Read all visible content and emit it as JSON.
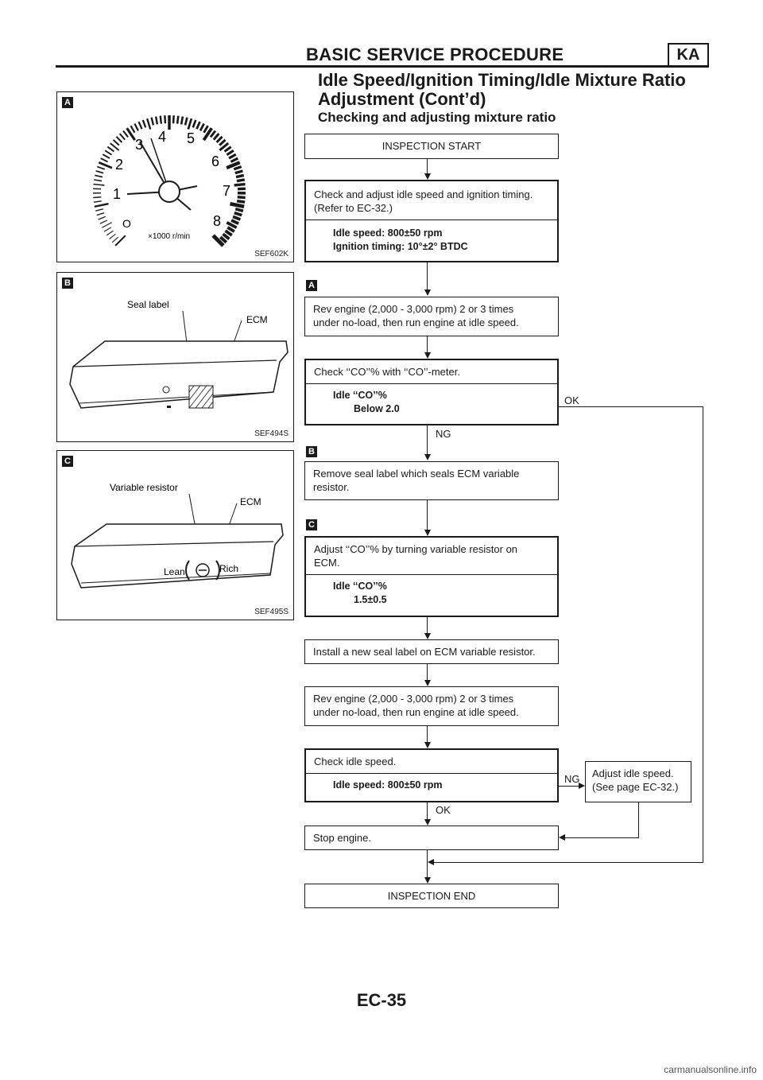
{
  "header": {
    "title": "BASIC SERVICE PROCEDURE",
    "badge": "KA",
    "subtitle_line1": "Idle Speed/Ignition Timing/Idle Mixture Ratio",
    "subtitle_line2": "Adjustment (Cont’d)",
    "section": "Checking and adjusting mixture ratio"
  },
  "figures": {
    "a": {
      "letter": "A",
      "code": "SEF602K",
      "scale_label": "×1000 r/min",
      "dial_numbers": [
        "O",
        "1",
        "2",
        "3",
        "4",
        "5",
        "6",
        "7",
        "8"
      ]
    },
    "b": {
      "letter": "B",
      "code": "SEF494S",
      "label_seal": "Seal label",
      "label_ecm": "ECM"
    },
    "c": {
      "letter": "C",
      "code": "SEF495S",
      "label_resistor": "Variable resistor",
      "label_ecm": "ECM",
      "label_lean": "Lean",
      "label_rich": "Rich"
    }
  },
  "flow": {
    "start": "INSPECTION START",
    "step1_text_1": "Check and adjust idle speed and ignition timing.",
    "step1_text_2": "(Refer to EC-32.)",
    "step1_spec_1": "Idle speed: 800±50 rpm",
    "step1_spec_2": "Ignition timing: 10°±2° BTDC",
    "marker_a": "A",
    "step2_text_1": "Rev engine (2,000 - 3,000 rpm) 2 or 3 times",
    "step2_text_2": "under no-load, then run engine at idle speed.",
    "step3_text": "Check ‘‘CO’’% with ‘‘CO’’-meter.",
    "step3_spec_1": "Idle ‘‘CO’’%",
    "step3_spec_2": "Below 2.0",
    "ok_label_1": "OK",
    "ng_label_1": "NG",
    "marker_b": "B",
    "step4_text_1": "Remove seal label which seals ECM variable",
    "step4_text_2": "resistor.",
    "marker_c": "C",
    "step5_text_1": "Adjust ‘‘CO’’% by turning variable resistor on",
    "step5_text_2": "ECM.",
    "step5_spec_1": "Idle ‘‘CO’’%",
    "step5_spec_2": "1.5±0.5",
    "step6_text": "Install a new seal label on ECM variable resistor.",
    "step7_text_1": "Rev engine (2,000 - 3,000 rpm) 2 or 3 times",
    "step7_text_2": "under no-load, then run engine at idle speed.",
    "step8_text": "Check idle speed.",
    "step8_spec": "Idle speed: 800±50 rpm",
    "ng_label_2": "NG",
    "ok_label_2": "OK",
    "side_text_1": "Adjust idle speed.",
    "side_text_2": "(See page EC-32.)",
    "step9_text": "Stop engine.",
    "end": "INSPECTION END"
  },
  "footer": {
    "page": "EC-35",
    "watermark": "carmanualsonline.info"
  }
}
